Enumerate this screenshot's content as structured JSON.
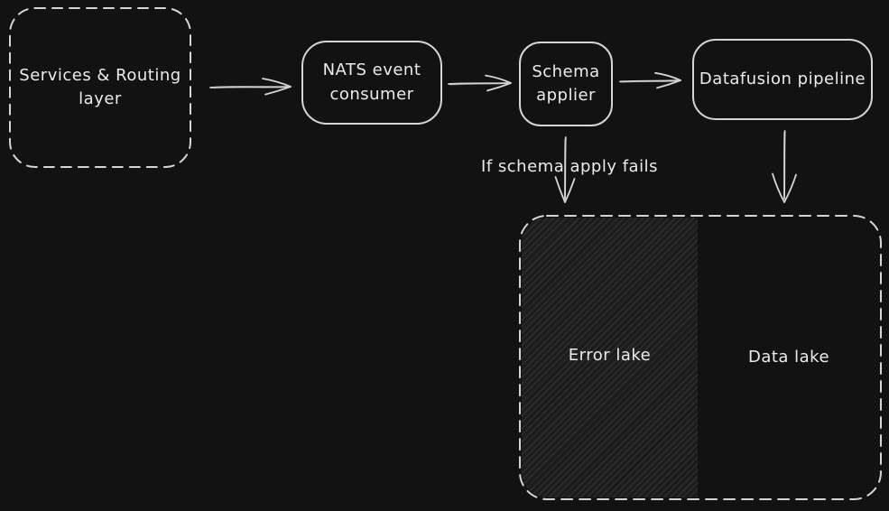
{
  "colors": {
    "background": "#121212",
    "stroke": "#d6d6d6",
    "text": "#ececec",
    "hatch_base": "#1c1c1c",
    "hatch_line": "#333333"
  },
  "nodes": {
    "services_routing": {
      "lines": [
        "Services & Routing",
        "layer"
      ]
    },
    "nats_consumer": {
      "lines": [
        "NATS event",
        "consumer"
      ]
    },
    "schema_applier": {
      "lines": [
        "Schema",
        "applier"
      ]
    },
    "datafusion_pipeline": {
      "label": "Datafusion pipeline"
    },
    "error_lake": {
      "label": "Error lake"
    },
    "data_lake": {
      "label": "Data lake"
    }
  },
  "annotations": {
    "schema_fail": "If schema apply fails"
  }
}
